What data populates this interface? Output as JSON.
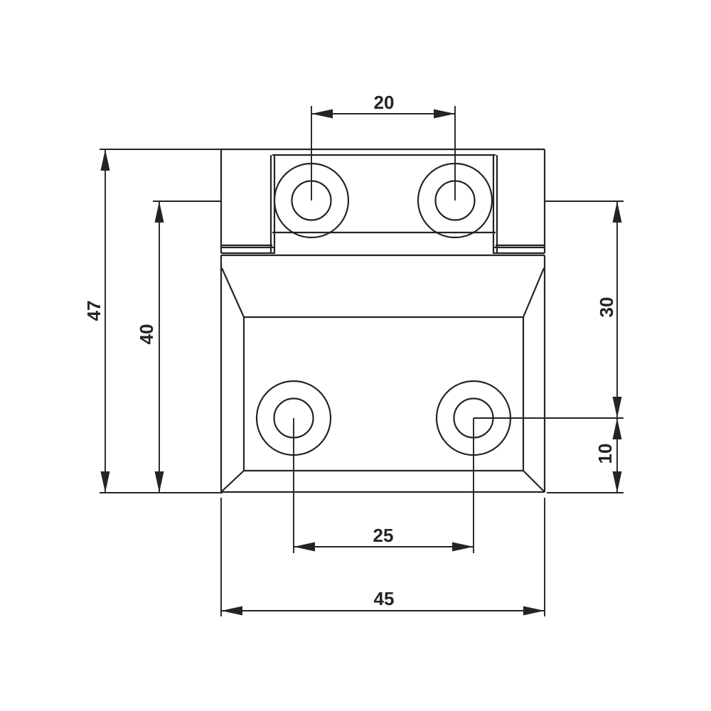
{
  "page": {
    "background": "#ffffff"
  },
  "drawing": {
    "kind": "technical-dimension-drawing",
    "view": "hinge-front-view",
    "line_color": "#242424",
    "dimensions": {
      "top_hole_spacing": "20",
      "overall_height": "47",
      "upper_hole_to_bottom": "40",
      "upper_to_lower_hole": "30",
      "lower_hole_to_bottom": "10",
      "bottom_hole_spacing": "25",
      "overall_width": "45"
    }
  }
}
